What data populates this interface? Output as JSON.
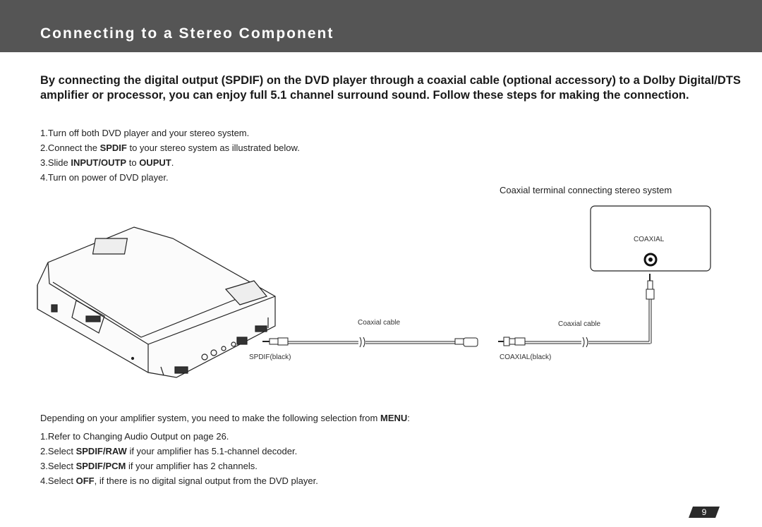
{
  "header": {
    "title": "Connecting to a Stereo Component"
  },
  "intro": "By connecting the digital output (SPDIF) on the DVD player through a coaxial cable (optional accessory) to a Dolby Digital/DTS amplifier or processor, you can enjoy full 5.1 channel surround sound.  Follow these steps for making the connection.",
  "steps": {
    "s1": "1.Turn off both DVD player and your stereo system.",
    "s2_pre": "2.Connect the ",
    "s2_bold": "SPDIF",
    "s2_post": " to your stereo system as illustrated below.",
    "s3_pre": "3.Slide ",
    "s3_bold1": "INPUT/OUTP",
    "s3_mid": " to ",
    "s3_bold2": "OUPUT",
    "s3_post": ".",
    "s4": "4.Turn on power of DVD player."
  },
  "diagram": {
    "caption": "Coaxial terminal connecting stereo system",
    "coaxial_label": "COAXIAL",
    "cable_label_left": "Coaxial cable",
    "cable_label_right": "Coaxial cable",
    "spdif_label": "SPDIF(black)",
    "coaxial_black_label": "COAXIAL(black)"
  },
  "note": {
    "pre": "Depending on your amplifier system, you need to make the following selection from ",
    "bold": "MENU",
    "post": ":"
  },
  "selection_steps": {
    "s1": "1.Refer to Changing Audio Output on page 26.",
    "s2_pre": "2.Select ",
    "s2_bold": "SPDIF/RAW",
    "s2_post": " if your amplifier has 5.1-channel decoder.",
    "s3_pre": "3.Select ",
    "s3_bold": "SPDIF/PCM",
    "s3_post": " if your amplifier has 2 channels.",
    "s4_pre": "4.Select ",
    "s4_bold": "OFF",
    "s4_post": ", if there is no digital signal output from the DVD player."
  },
  "page_number": "9",
  "colors": {
    "header_bg": "#555555",
    "header_text": "#ffffff",
    "page_badge": "#2a2a2a"
  }
}
